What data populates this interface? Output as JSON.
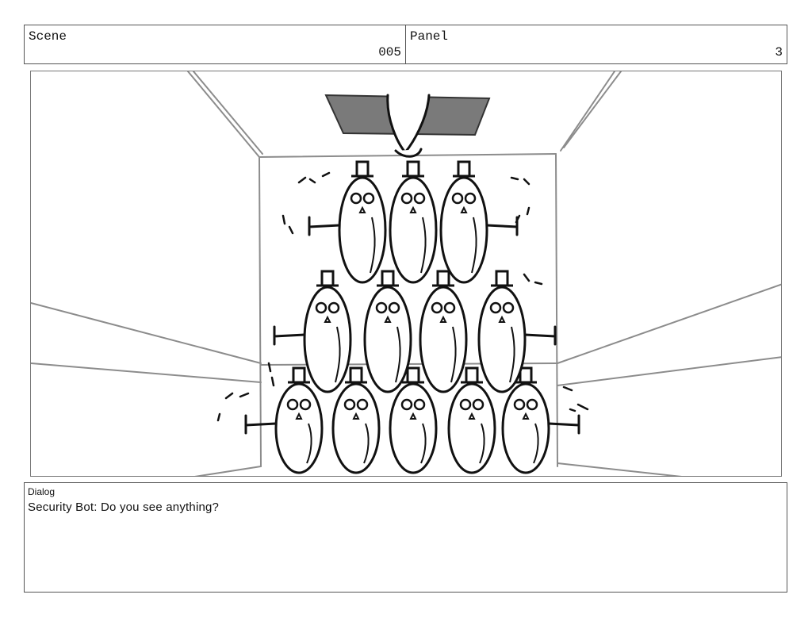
{
  "header": {
    "scene_label": "Scene",
    "scene_number": "005",
    "panel_label": "Panel",
    "panel_number": "3"
  },
  "dialog": {
    "label": "Dialog",
    "text": "Security Bot: Do you see anything?"
  },
  "colors": {
    "border": "#555555",
    "sketch_line": "#111111",
    "perspective_line": "#8c8c8c",
    "ceiling_panel": "#7a7a7a"
  }
}
